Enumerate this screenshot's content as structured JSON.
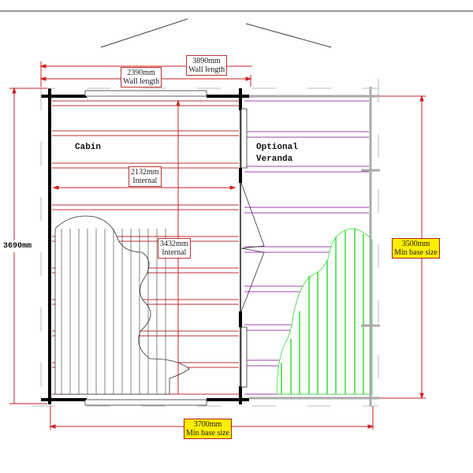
{
  "rooms": {
    "cabin": "Cabin",
    "veranda_line1": "Optional",
    "veranda_line2": "Veranda"
  },
  "dimensions": {
    "overall_wall": {
      "value": "3890mm",
      "label": "Wall length"
    },
    "cabin_wall": {
      "value": "2390mm",
      "label": "Wall length"
    },
    "internal_width": {
      "value": "2132mm",
      "label": "Internal"
    },
    "internal_depth": {
      "value": "3432mm",
      "label": "Internal"
    },
    "depth": {
      "value": "3690mm"
    },
    "base_depth": {
      "value": "3500mm",
      "label": "Min base size"
    },
    "base_width": {
      "value": "3700mm",
      "label": "Min base size"
    }
  },
  "colors": {
    "dimension": "#cc2222",
    "veranda_joist": "#a040b0",
    "decking": "#33dd33",
    "highlight": "#ffee00"
  }
}
